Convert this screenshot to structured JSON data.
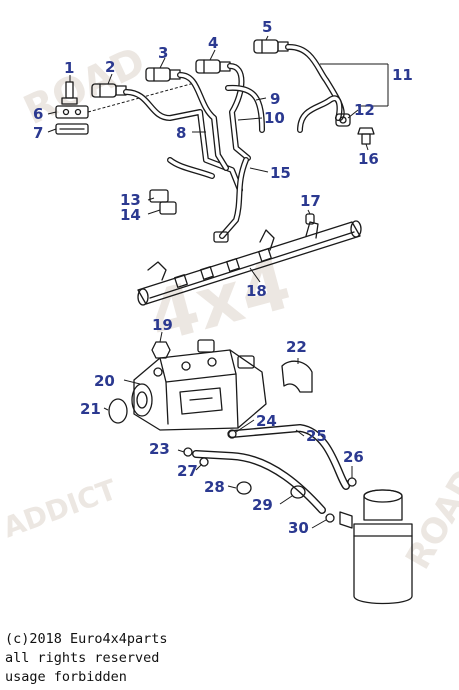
{
  "parts": [
    {
      "number": "1"
    },
    {
      "number": "2"
    },
    {
      "number": "3"
    },
    {
      "number": "4"
    },
    {
      "number": "5"
    },
    {
      "number": "6"
    },
    {
      "number": "7"
    },
    {
      "number": "8"
    },
    {
      "number": "9"
    },
    {
      "number": "10"
    },
    {
      "number": "11"
    },
    {
      "number": "12"
    },
    {
      "number": "13"
    },
    {
      "number": "14"
    },
    {
      "number": "15"
    },
    {
      "number": "16"
    },
    {
      "number": "17"
    },
    {
      "number": "18"
    },
    {
      "number": "19"
    },
    {
      "number": "20"
    },
    {
      "number": "21"
    },
    {
      "number": "22"
    },
    {
      "number": "23"
    },
    {
      "number": "24"
    },
    {
      "number": "25"
    },
    {
      "number": "26"
    },
    {
      "number": "27"
    },
    {
      "number": "28"
    },
    {
      "number": "29"
    },
    {
      "number": "30"
    }
  ],
  "watermark": {
    "text": "4x4",
    "text2": "ROAD",
    "text3": "ADDICT"
  },
  "copyright": {
    "line1": "(c)2018 Euro4x4parts",
    "line2": "all rights reserved",
    "line3": "usage forbidden"
  },
  "colors": {
    "callout": "#2b3990",
    "line": "#1a1a1a",
    "watermark": "#ece7e2"
  }
}
